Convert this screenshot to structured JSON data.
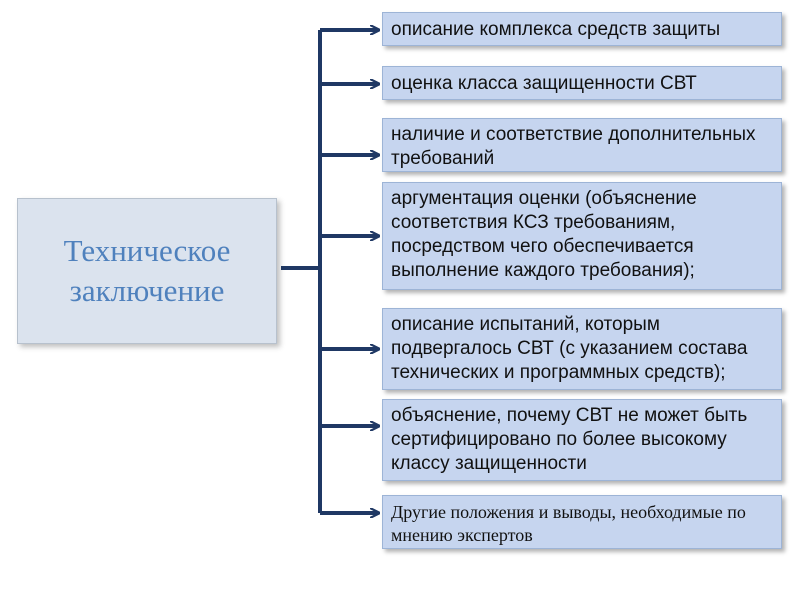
{
  "root": {
    "line1": "Техническое",
    "line2": "заключение"
  },
  "items": [
    {
      "text": "описание комплекса средств защиты"
    },
    {
      "text": "оценка класса защищенности СВТ"
    },
    {
      "text": "наличие и соответствие дополнительных требований"
    },
    {
      "text": "аргументация оценки (объяснение соответствия  КСЗ требованиям, посредством  чего обеспечивается выполнение каждого требования);"
    },
    {
      "text": "описание испытаний, которым подвергалось СВТ (с указанием состава технических и программных средств);"
    },
    {
      "text": "объяснение, почему СВТ не может быть сертифицировано по более высокому классу защищенности"
    },
    {
      "text": "Другие положения и выводы, необходимые по мнению экспертов"
    }
  ],
  "colors": {
    "connector": "#1f3864",
    "box_fill": "#c6d5ef",
    "root_fill": "#dbe3ee",
    "root_text": "#4f81bd"
  }
}
